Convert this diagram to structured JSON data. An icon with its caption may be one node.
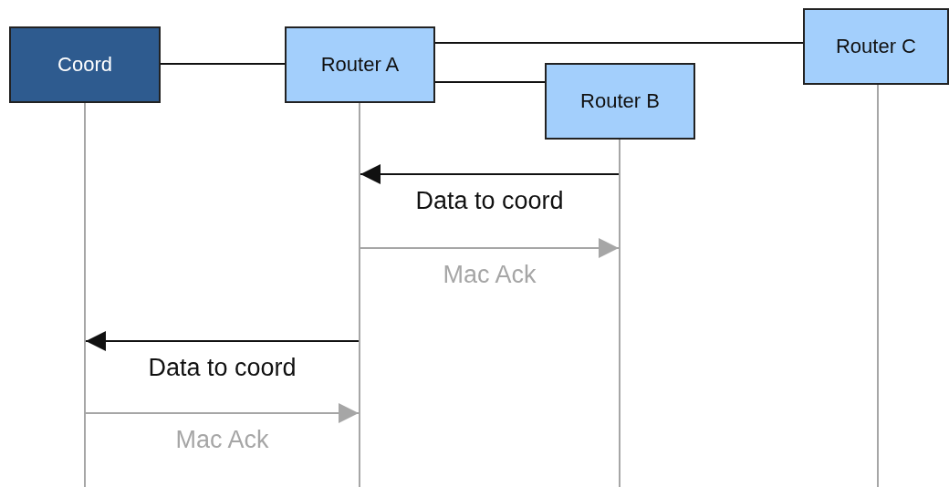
{
  "diagram": {
    "nodes": [
      {
        "text": [
          "Coord"
        ]
      },
      {
        "text": [
          "Router A"
        ]
      },
      {
        "text": [
          "Router B"
        ]
      },
      {
        "text": [
          "Router C"
        ]
      },
      {
        "text": [],
        "shape": "line"
      },
      {
        "text": [],
        "shape": "line"
      },
      {
        "text": [],
        "shape": "line"
      },
      {
        "text": [],
        "shape": "line"
      }
    ],
    "edges": [
      {
        "from": 0,
        "to": 1,
        "arrow": "none"
      },
      {
        "from": 1,
        "to": 3,
        "arrow": "none"
      },
      {
        "from": 1,
        "to": 2,
        "arrow": "none"
      },
      {
        "from": 6,
        "to": 5,
        "arrow": "to",
        "label": "Data to coord"
      },
      {
        "from": 5,
        "to": 6,
        "arrow": "to",
        "label": "Mac Ack",
        "color": "#a6a6a6"
      },
      {
        "from": 5,
        "to": 4,
        "arrow": "to",
        "label": "Data to coord"
      },
      {
        "from": 4,
        "to": 5,
        "arrow": "to",
        "label": "Mac Ack",
        "color": "#a6a6a6"
      }
    ]
  }
}
